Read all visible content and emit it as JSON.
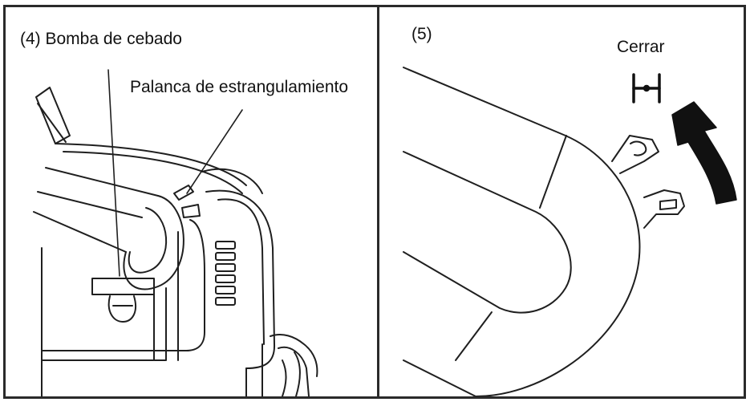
{
  "left_panel": {
    "step_label": "(4) Bomba de cebado",
    "choke_label": "Palanca de estrangulamiento"
  },
  "right_panel": {
    "step_label": "(5)",
    "close_label": "Cerrar"
  },
  "colors": {
    "line": "#1f1f1f",
    "frame": "#2a2a2a",
    "arrow": "#111111",
    "background": "#ffffff"
  },
  "icons": [
    "close-position-icon",
    "rotation-arrow-icon"
  ]
}
